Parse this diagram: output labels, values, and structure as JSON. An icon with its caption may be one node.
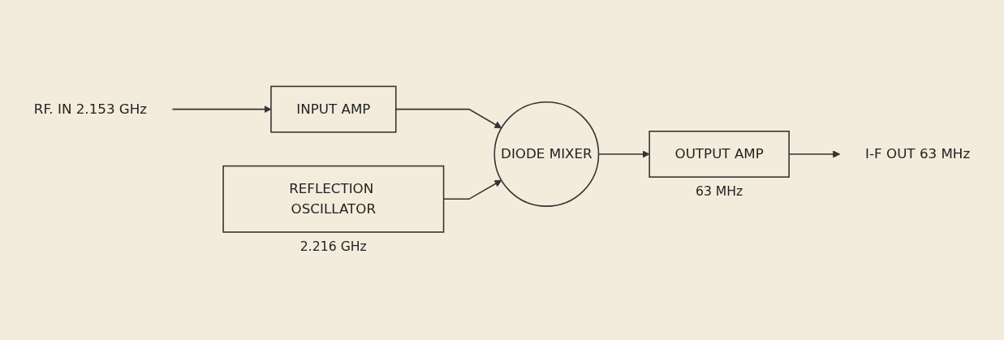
{
  "diagram": {
    "nodes": [
      {
        "text": [
          "RF. IN 2.153 GHz"
        ]
      },
      {
        "text": [
          "INPUT AMP"
        ]
      },
      {
        "text": [
          "DIODE MIXER"
        ]
      },
      {
        "text": [
          "OUTPUT AMP"
        ],
        "beside": [
          "63 MHz"
        ]
      },
      {
        "text": [
          "I-F OUT 63 MHz"
        ]
      },
      {
        "text": [
          "REFLECTION OSCILLATOR"
        ],
        "beside": [
          "2.216 GHz"
        ]
      }
    ],
    "edges": [
      {
        "from": 0,
        "to": 1,
        "arrow": "to"
      },
      {
        "from": 1,
        "to": 2,
        "arrow": "to"
      },
      {
        "from": 2,
        "to": 3,
        "arrow": "to"
      },
      {
        "from": 3,
        "to": 4,
        "arrow": "to"
      },
      {
        "from": 5,
        "to": 2,
        "arrow": "to"
      }
    ]
  }
}
